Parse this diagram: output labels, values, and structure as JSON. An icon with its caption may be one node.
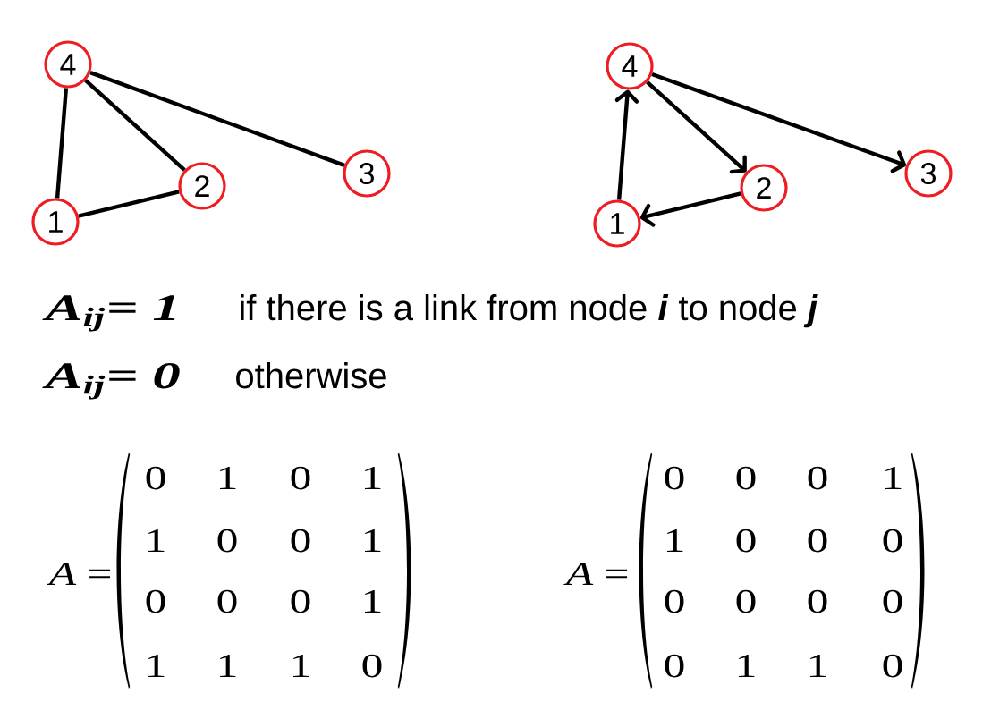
{
  "diagram": {
    "nodes": [
      {
        "text": [
          "1"
        ]
      },
      {
        "text": [
          "2"
        ]
      },
      {
        "text": [
          "3"
        ]
      },
      {
        "text": [
          "4"
        ]
      },
      {
        "text": [
          "1"
        ]
      },
      {
        "text": [
          "2"
        ]
      },
      {
        "text": [
          "3"
        ]
      },
      {
        "text": [
          "4"
        ]
      }
    ],
    "edges": [
      {
        "from": 3,
        "to": 0,
        "arrow": "none"
      },
      {
        "from": 3,
        "to": 1,
        "arrow": "none"
      },
      {
        "from": 3,
        "to": 2,
        "arrow": "none"
      },
      {
        "from": 0,
        "to": 1,
        "arrow": "none"
      },
      {
        "from": 4,
        "to": 7,
        "arrow": "to"
      },
      {
        "from": 7,
        "to": 5,
        "arrow": "to"
      },
      {
        "from": 7,
        "to": 6,
        "arrow": "to"
      },
      {
        "from": 5,
        "to": 4,
        "arrow": "to"
      }
    ],
    "labels": [
      "A$_{ij}$= 1",
      "if there is a link from node **i** to node **j**",
      "A$_{ij}$= 0",
      "otherwise",
      "*A* =",
      "0",
      "1",
      "0",
      "1",
      "1",
      "0",
      "0",
      "1",
      "0",
      "0",
      "0",
      "1",
      "1",
      "1",
      "1",
      "0",
      "*A* =",
      "0",
      "0",
      "0",
      "1",
      "1",
      "0",
      "0",
      "0",
      "0",
      "0",
      "0",
      "0",
      "0",
      "1",
      "1",
      "0"
    ]
  }
}
